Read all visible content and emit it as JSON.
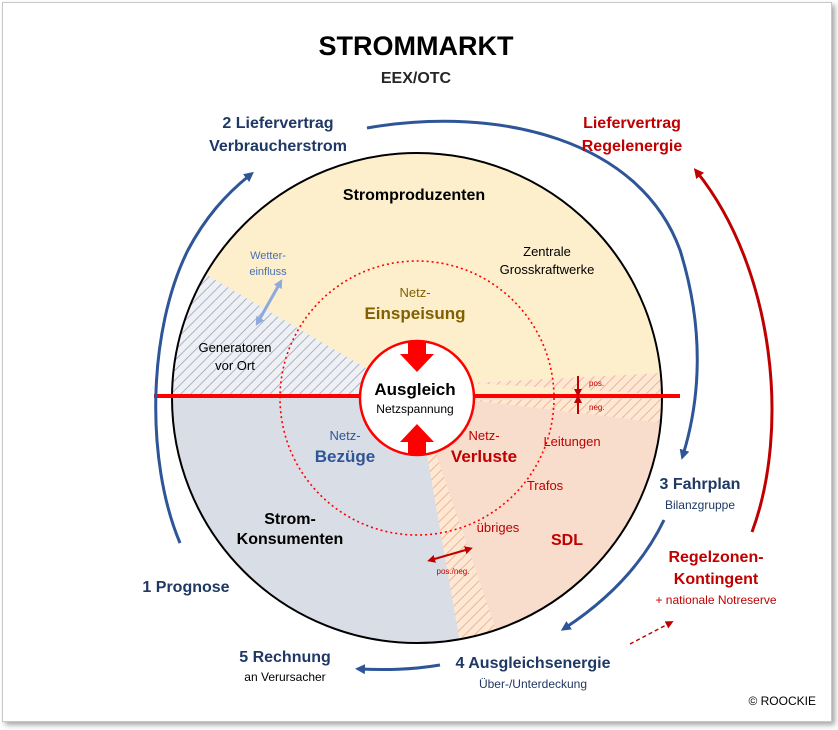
{
  "title": "STROMMARKT",
  "subtitle": "EEX/OTC",
  "producers": "Stromproduzenten",
  "central_l1": "Zentrale",
  "central_l2": "Grosskraftwerke",
  "weather_l1": "Wetter-",
  "weather_l2": "einfluss",
  "generators_l1": "Generatoren",
  "generators_l2": "vor Ort",
  "feed_l1": "Netz-",
  "feed_l2": "Einspeisung",
  "balance_l1": "Ausgleich",
  "balance_l2": "Netzspannung",
  "pos": "pos.",
  "neg": "neg.",
  "draw_l1": "Netz-",
  "draw_l2": "Bezüge",
  "loss_l1": "Netz-",
  "loss_l2": "Verluste",
  "lines": "Leitungen",
  "trafos": "Trafos",
  "other": "übriges",
  "sdl": "SDL",
  "posneg": "pos./neg.",
  "consumers_l1": "Strom-",
  "consumers_l2": "Konsumenten",
  "step1": "1 Prognose",
  "step2_l1": "2 Liefervertrag",
  "step2_l2": "Verbraucherstrom",
  "step3_l1": "3 Fahrplan",
  "step3_l2": "Bilanzgruppe",
  "step4_l1": "4 Ausgleichsenergie",
  "step4_l2": "Über-/Unterdeckung",
  "step5_l1": "5 Rechnung",
  "step5_l2": "an Verursacher",
  "reg_contract_l1": "Liefervertrag",
  "reg_contract_l2": "Regelenergie",
  "reg_zone_l1": "Regelzonen-",
  "reg_zone_l2": "Kontingent",
  "reg_zone_l3": "+ nationale Notreserve",
  "copyright": "© ROOCKIE",
  "colors": {
    "navy": "#1f3864",
    "blue": "#2e5597",
    "red": "#c00000",
    "bright_red": "#ff0000",
    "producers_fill": "#fdefcc",
    "consumers_fill": "#d9dde6",
    "sdl_fill": "#f8ddcc",
    "gold": "#806000",
    "light_blue": "#8ea9db"
  }
}
